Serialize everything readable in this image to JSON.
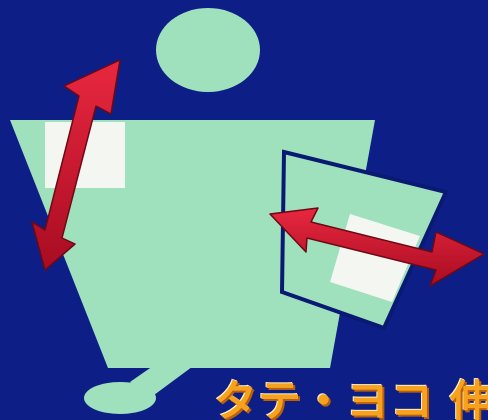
{
  "caption": "タテ・ヨコ 伸",
  "colors": {
    "background": "#0d1f86",
    "figure": "#9fe0bd",
    "panel": "#f4f6f2",
    "arrow": "#c8102e",
    "outline": "#0a1a73",
    "caption": "#f6a21e"
  },
  "icons": [
    "head-shape",
    "torso-shape",
    "flap-shape",
    "vertical-stretch-arrow-icon",
    "horizontal-stretch-arrow-icon"
  ]
}
